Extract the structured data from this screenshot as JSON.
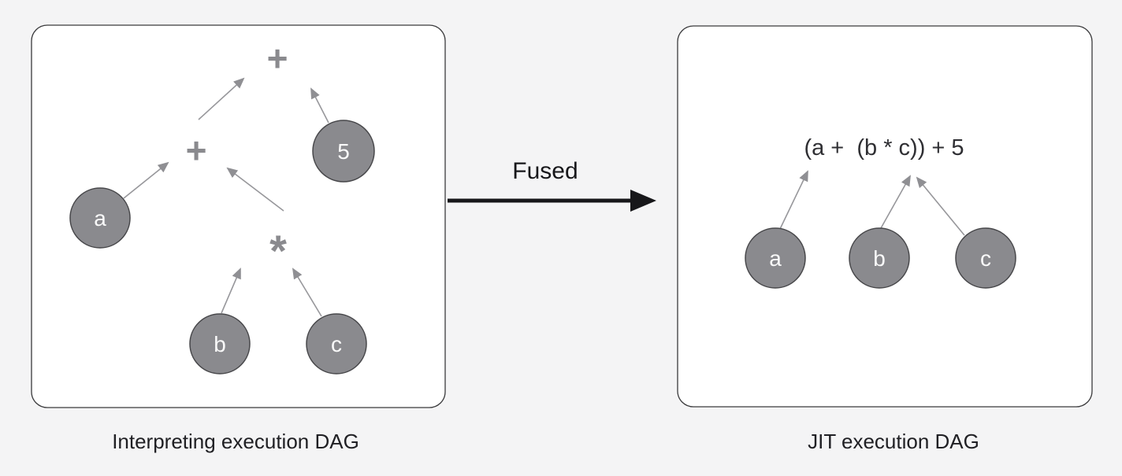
{
  "colors": {
    "background": "#f4f4f5",
    "panel_fill": "#ffffff",
    "panel_border": "#3a3a3c",
    "node_fill": "#8a8a8e",
    "node_border": "#47474a",
    "node_text": "#fafafa",
    "operator": "#8a8a8e",
    "edge": "#97979b",
    "fused_arrow": "#17171a",
    "caption_text": "#202024",
    "expression_text": "#2f2f33"
  },
  "left_panel": {
    "caption": "Interpreting execution DAG",
    "operators": {
      "root_plus": "+",
      "inner_plus": "+",
      "multiply": "*"
    },
    "value_nodes": {
      "a": "a",
      "b": "b",
      "c": "c",
      "five": "5"
    }
  },
  "transition": {
    "label": "Fused"
  },
  "right_panel": {
    "caption": "JIT execution DAG",
    "expression": "(a +  (b * c)) + 5",
    "value_nodes": {
      "a": "a",
      "b": "b",
      "c": "c"
    }
  }
}
